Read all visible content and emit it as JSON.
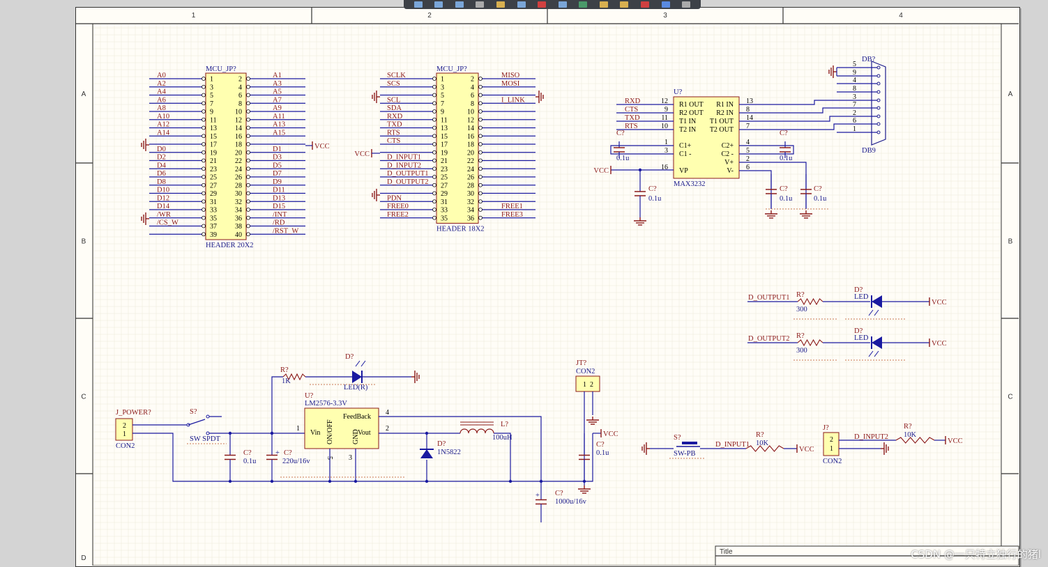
{
  "frame": {
    "columns": [
      "1",
      "2",
      "3",
      "4"
    ],
    "rows": [
      "A",
      "B",
      "C",
      "D"
    ],
    "title_label": "Title"
  },
  "toolbar": {
    "buttons": [
      "pointer-icon",
      "move-icon",
      "select-icon",
      "list-icon",
      "component-icon",
      "wire-icon",
      "power-icon",
      "port-icon",
      "ground-icon",
      "bus-icon",
      "sheet-icon",
      "netlabel-icon",
      "text-icon",
      "arc-icon"
    ]
  },
  "mcu_left": {
    "designator": "MCU_JP?",
    "footprint": "HEADER 20X2",
    "left_pins": [
      "1",
      "3",
      "5",
      "7",
      "9",
      "11",
      "13",
      "15",
      "17",
      "19",
      "21",
      "23",
      "25",
      "27",
      "29",
      "31",
      "33",
      "35",
      "37",
      "39"
    ],
    "right_pins": [
      "2",
      "4",
      "6",
      "8",
      "10",
      "12",
      "14",
      "16",
      "18",
      "20",
      "22",
      "24",
      "26",
      "28",
      "30",
      "32",
      "34",
      "36",
      "38",
      "40"
    ],
    "left_nets": [
      "A0",
      "A2",
      "A4",
      "A6",
      "A8",
      "A10",
      "A12",
      "A14",
      "",
      "D0",
      "D2",
      "D4",
      "D6",
      "D8",
      "D10",
      "D12",
      "D14",
      "/WR",
      "/CS_W",
      ""
    ],
    "right_nets": [
      "A1",
      "A3",
      "A5",
      "A7",
      "A9",
      "A11",
      "A13",
      "A15",
      "",
      "D1",
      "D3",
      "D5",
      "D7",
      "D9",
      "D11",
      "D13",
      "D15",
      "/INT",
      "/RD",
      "/RST_W"
    ],
    "vcc": "VCC"
  },
  "mcu_right": {
    "designator": "MCU_JP?",
    "footprint": "HEADER 18X2",
    "left_pins": [
      "1",
      "3",
      "5",
      "7",
      "9",
      "11",
      "13",
      "15",
      "17",
      "19",
      "21",
      "23",
      "25",
      "27",
      "29",
      "31",
      "33",
      "35"
    ],
    "right_pins": [
      "2",
      "4",
      "6",
      "8",
      "10",
      "12",
      "14",
      "16",
      "18",
      "20",
      "22",
      "24",
      "26",
      "28",
      "30",
      "32",
      "34",
      "36"
    ],
    "left_nets": [
      "SCLK",
      "SCS",
      "",
      "SCL",
      "SDA",
      "RXD",
      "TXD",
      "RTS",
      "CTS",
      "",
      "D_INPUT1",
      "D_INPUT2",
      "D_OUTPUT1",
      "D_OUTPUT2",
      "",
      "PDN",
      "FREE0",
      "FREE2"
    ],
    "right_nets": [
      "MISO",
      "MOSI",
      "",
      "I_LINK",
      "",
      "",
      "",
      "",
      "",
      "",
      "",
      "",
      "",
      "",
      "",
      "",
      "FREE1",
      "FREE3"
    ],
    "vcc": "VCC"
  },
  "max3232": {
    "designator": "U?",
    "part": "MAX3232",
    "left_labels": [
      "R1 OUT",
      "R2 OUT",
      "T1 IN",
      "T2 IN",
      "",
      "C1+",
      "C1 -",
      "",
      "VP"
    ],
    "left_pins": [
      "12",
      "9",
      "11",
      "10",
      "",
      "1",
      "3",
      "",
      "16"
    ],
    "right_labels": [
      "R1 IN",
      "R2 IN",
      "T1 OUT",
      "T2 OUT",
      "",
      "C2+",
      "C2 -",
      "V+",
      "V-"
    ],
    "right_pins": [
      "13",
      "8",
      "14",
      "7",
      "",
      "4",
      "5",
      "2",
      "6"
    ],
    "left_nets": [
      "RXD",
      "CTS",
      "TXD",
      "RTS"
    ],
    "caps": [
      {
        "ref": "C?",
        "value": "0.1u"
      },
      {
        "ref": "C?",
        "value": "0.1u"
      },
      {
        "ref": "C?",
        "value": "0.1u"
      },
      {
        "ref": "C?",
        "value": "0.1u"
      },
      {
        "ref": "C?",
        "value": "0.1u"
      }
    ],
    "vcc": "VCC"
  },
  "db9": {
    "designator": "DB?",
    "part": "DB9",
    "pins": [
      "5",
      "9",
      "4",
      "8",
      "3",
      "7",
      "2",
      "6",
      "1"
    ]
  },
  "outputs": [
    {
      "net": "D_OUTPUT1",
      "res_ref": "R?",
      "res_val": "300",
      "led_ref": "D?",
      "led_val": "LED",
      "vcc": "VCC"
    },
    {
      "net": "D_OUTPUT2",
      "res_ref": "R?",
      "res_val": "300",
      "led_ref": "D?",
      "led_val": "LED",
      "vcc": "VCC"
    }
  ],
  "power": {
    "connector_ref": "J_POWER?",
    "connector_part": "CON2",
    "connector_pins": [
      "2",
      "1"
    ],
    "switch_ref": "S?",
    "switch_part": "SW SPDT",
    "res_ref": "R?",
    "res_val": "1K",
    "led_ref": "D?",
    "led_val": "LED(R)",
    "reg_ref": "U?",
    "reg_part": "LM2576-3.3V",
    "reg_pins": {
      "vin": "Vin",
      "onoff": "ON/OFF",
      "gnd": "GND",
      "vout": "Vout",
      "fb": "FeedBack",
      "p1": "1",
      "p2": "2",
      "p3": "3",
      "p4": "4",
      "p5": "5"
    },
    "c1_ref": "C?",
    "c1_val": "0.1u",
    "c2_ref": "C?",
    "c2_val": "220u/16v",
    "diode_ref": "D?",
    "diode_val": "1N5822",
    "ind_ref": "L?",
    "ind_val": "100uH",
    "c3_ref": "C?",
    "c3_val": "1000u/16v",
    "jt_ref": "JT?",
    "jt_part": "CON2",
    "jt_pins": [
      "1",
      "2"
    ],
    "c4_ref": "C?",
    "c4_val": "0.1u",
    "vcc": "VCC"
  },
  "inputs": {
    "sw_ref": "S?",
    "sw_part": "SW-PB",
    "net1": "D_INPUT1",
    "r1_ref": "R?",
    "r1_val": "10K",
    "vcc1": "VCC",
    "j_ref": "J?",
    "j_part": "CON2",
    "j_pins": [
      "2",
      "1"
    ],
    "net2": "D_INPUT2",
    "r2_ref": "R?",
    "r2_val": "10K",
    "vcc2": "VCC"
  },
  "watermark": "CSDN @一只特立独行的猪l"
}
